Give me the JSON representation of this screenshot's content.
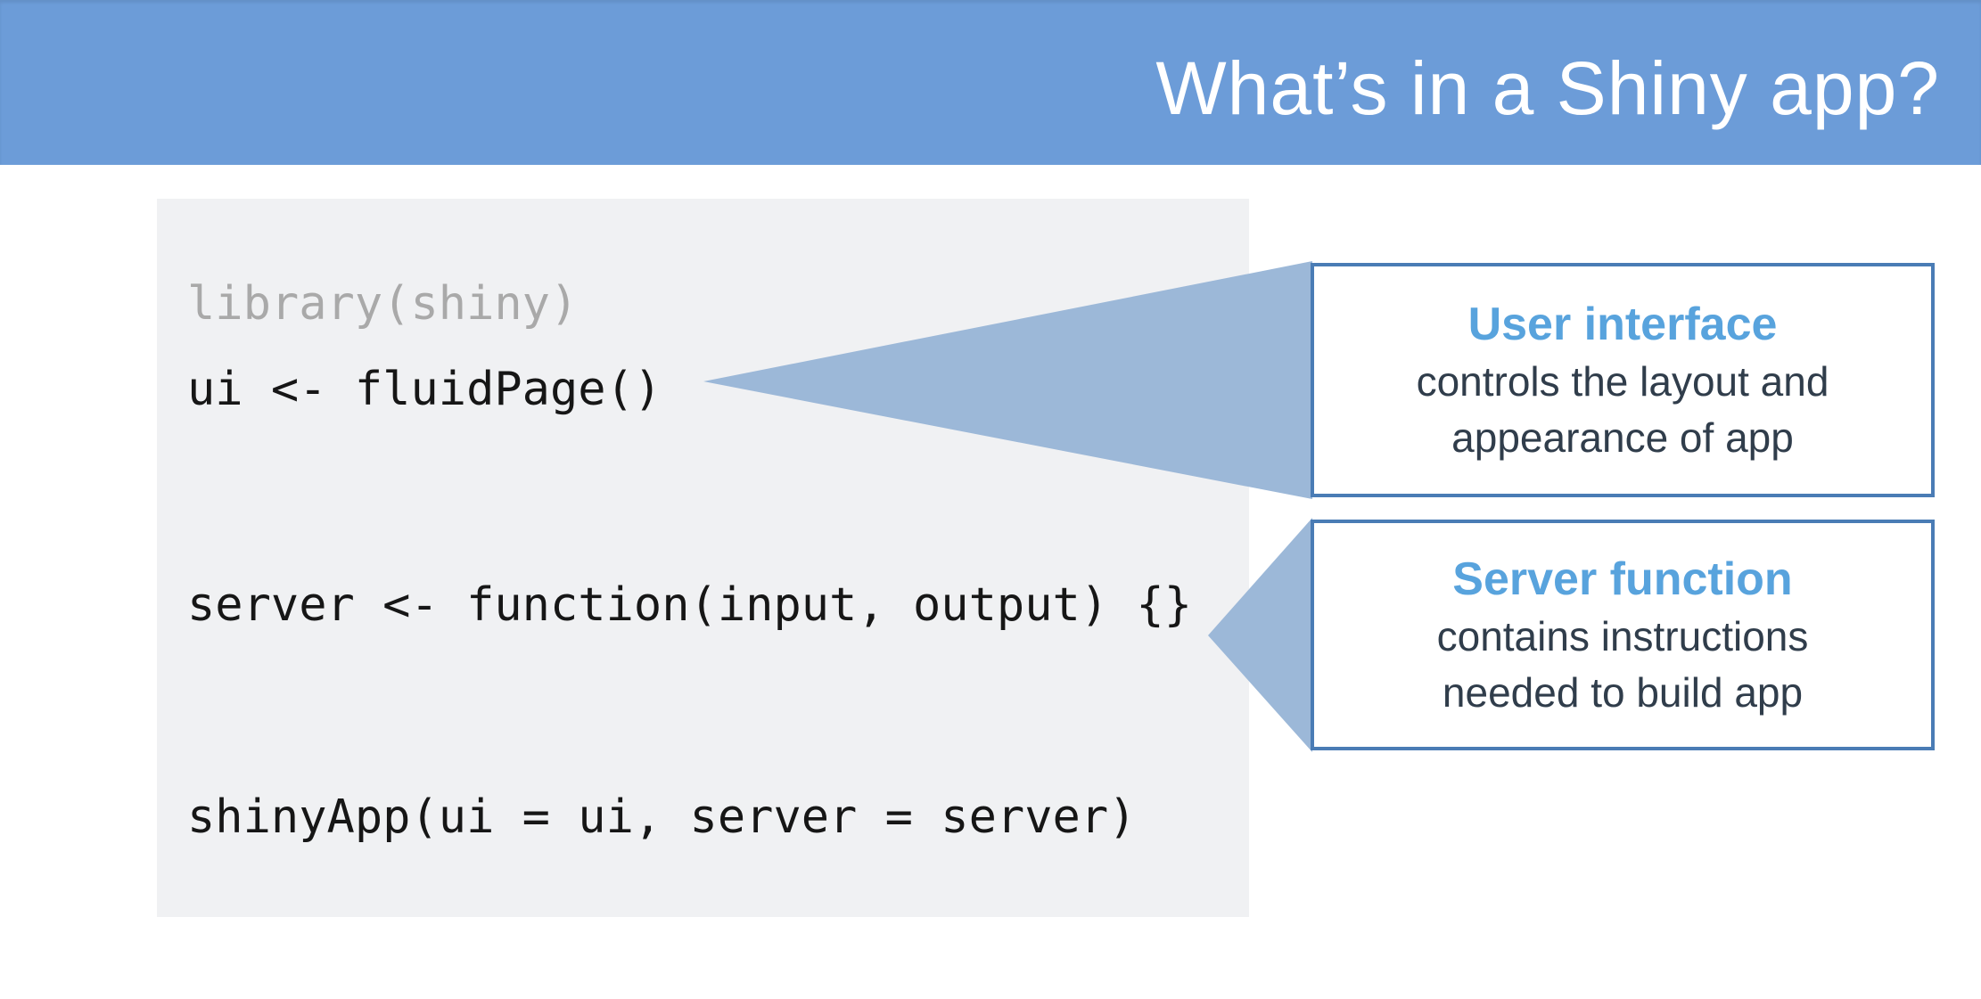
{
  "header": {
    "title": "What’s in a Shiny app?"
  },
  "code": {
    "lines": [
      "library(shiny)",
      "ui <- fluidPage()",
      "server <- function(input, output) {}",
      "shinyApp(ui = ui, server = server)"
    ]
  },
  "callouts": [
    {
      "heading": "User interface",
      "body_lines": [
        "controls the layout and",
        "appearance of app"
      ]
    },
    {
      "heading": "Server function",
      "body_lines": [
        "contains instructions",
        "needed to build app"
      ]
    }
  ],
  "colors": {
    "header_bg": "#6c9cd8",
    "title_color": "#ffffff",
    "panel_bg": "#f0f1f3",
    "code_color": "#161616",
    "code_muted": "#a9a9a9",
    "arrow_fill": "#9cb8d8",
    "box_border": "#4a7cb5",
    "box_bg": "#ffffff",
    "heading_color": "#58a3dd",
    "body_color": "#303d4b"
  }
}
